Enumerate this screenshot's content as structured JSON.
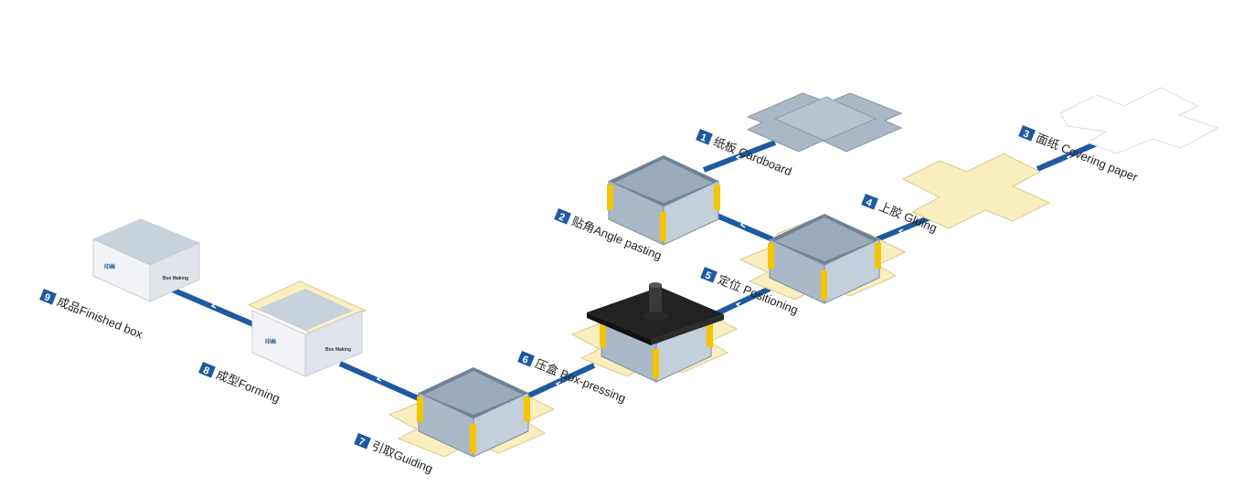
{
  "colors": {
    "connector": "#1d5aa0",
    "badge": "#1d5aa0",
    "box_side": "#aab9c8",
    "box_side_dark": "#8fa1b3",
    "box_inner": "#c7d2dd",
    "corner_tape": "#f5c400",
    "covering_paper": "#fbefc0",
    "press_plate": "#1e1e1e",
    "finished_box": "#f2f3f6"
  },
  "steps": [
    {
      "num": "1",
      "label": "纸板   Cardboard",
      "icon": "flat-cardboard-icon"
    },
    {
      "num": "2",
      "label": "贴角Angle pasting",
      "icon": "angle-pasted-box-icon"
    },
    {
      "num": "3",
      "label": "面纸   Covering paper",
      "icon": "white-covering-paper-icon"
    },
    {
      "num": "4",
      "label": "上胶   Gluing",
      "icon": "glued-paper-icon"
    },
    {
      "num": "5",
      "label": "定位   Positioning",
      "icon": "positioned-box-icon"
    },
    {
      "num": "6",
      "label": "压盒   Box-pressing",
      "icon": "box-press-icon"
    },
    {
      "num": "7",
      "label": "引取Guiding",
      "icon": "guided-box-icon"
    },
    {
      "num": "8",
      "label": "成型Forming",
      "icon": "formed-box-icon"
    },
    {
      "num": "9",
      "label": "成品Finished box",
      "icon": "finished-box-icon"
    }
  ],
  "box_print": {
    "brand": "印画",
    "caption": "Box Making"
  }
}
